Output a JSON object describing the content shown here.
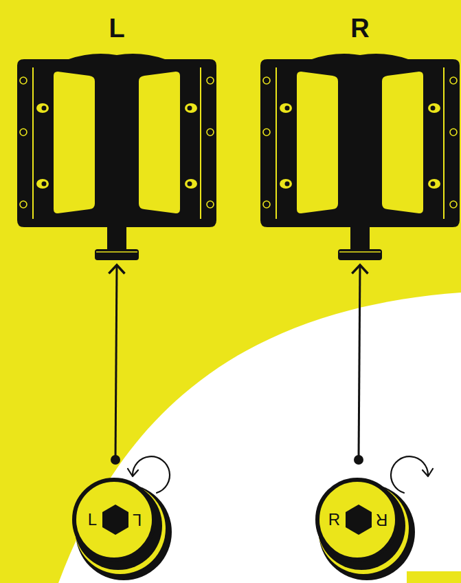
{
  "diagram": {
    "nodes": [
      {
        "text": [
          "L"
        ]
      },
      {
        "text": [
          "R"
        ]
      },
      {
        "text": [
          "L",
          "L"
        ]
      },
      {
        "text": [
          "R",
          "R"
        ]
      }
    ],
    "edges": [
      {
        "from": 2,
        "to": 0,
        "arrow": "to"
      },
      {
        "from": 3,
        "to": 1,
        "arrow": "to"
      }
    ]
  }
}
